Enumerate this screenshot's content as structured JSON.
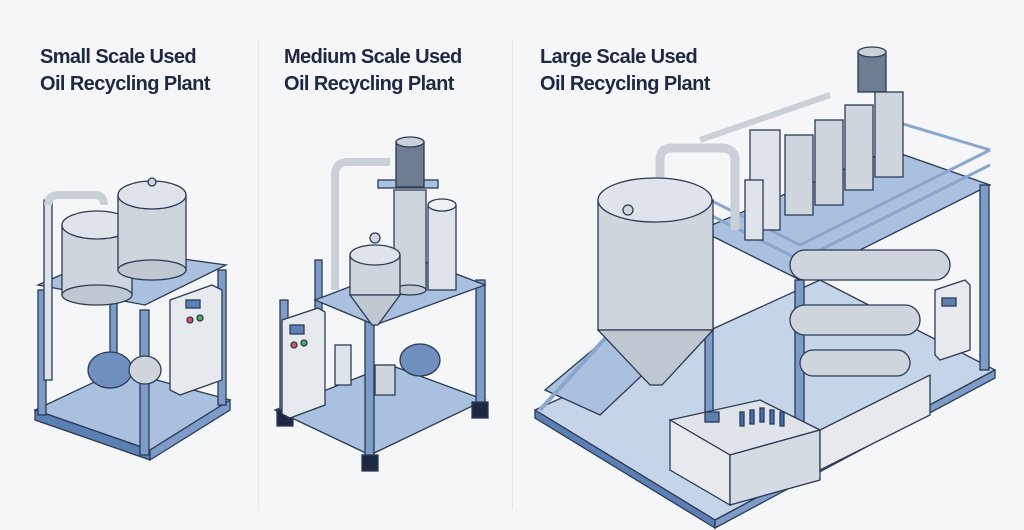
{
  "panels": [
    {
      "title_line1": "Small Scale Used",
      "title_line2": "Oil Recycling Plant"
    },
    {
      "title_line1": "Medium Scale Used",
      "title_line2": "Oil Recycling Plant"
    },
    {
      "title_line1": "Large Scale Used",
      "title_line2": "Oil Recycling Plant"
    }
  ],
  "colors": {
    "title": "#1d2942",
    "frame": "#5d80b3",
    "frame_light": "#a9c0de",
    "tank": "#cfd5dd",
    "outline": "#2b3a55",
    "background": "#f5f6f8"
  }
}
